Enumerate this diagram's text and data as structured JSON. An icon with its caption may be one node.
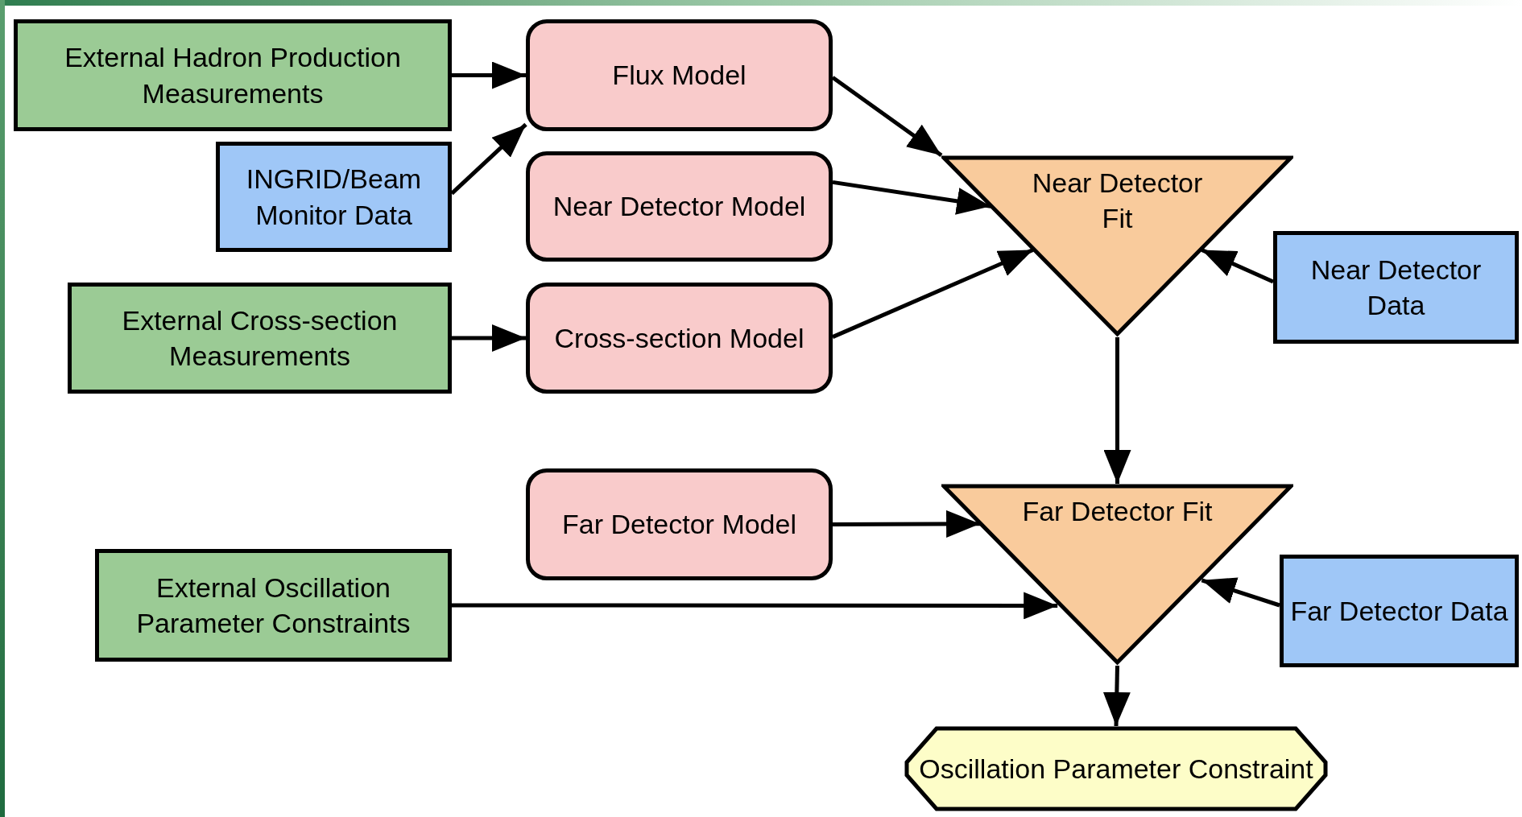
{
  "diagram": {
    "nodes": [
      {
        "text": [
          "External Hadron Production Measurements"
        ]
      },
      {
        "text": [
          "INGRID/Beam Monitor Data"
        ]
      },
      {
        "text": [
          "External Cross-section Measurements"
        ]
      },
      {
        "text": [
          "External Oscillation Parameter Constraints"
        ]
      },
      {
        "text": [
          "Flux Model"
        ]
      },
      {
        "text": [
          "Near Detector Model"
        ]
      },
      {
        "text": [
          "Cross-section Model"
        ]
      },
      {
        "text": [
          "Far Detector Model"
        ]
      },
      {
        "text": [
          "Near Detector Fit"
        ]
      },
      {
        "text": [
          "Far Detector Fit"
        ]
      },
      {
        "text": [
          "Near Detector Data"
        ]
      },
      {
        "text": [
          "Far Detector Data"
        ]
      },
      {
        "text": [
          "Oscillation Parameter Constraint"
        ]
      }
    ],
    "edges": [
      {
        "from": 0,
        "to": 4,
        "arrow": "to"
      },
      {
        "from": 1,
        "to": 4,
        "arrow": "to"
      },
      {
        "from": 2,
        "to": 6,
        "arrow": "to"
      },
      {
        "from": 4,
        "to": 8,
        "arrow": "to"
      },
      {
        "from": 5,
        "to": 8,
        "arrow": "to"
      },
      {
        "from": 6,
        "to": 8,
        "arrow": "to"
      },
      {
        "from": 10,
        "to": 8,
        "arrow": "to"
      },
      {
        "from": 8,
        "to": 9,
        "arrow": "to"
      },
      {
        "from": 7,
        "to": 9,
        "arrow": "to"
      },
      {
        "from": 3,
        "to": 9,
        "arrow": "to"
      },
      {
        "from": 11,
        "to": 9,
        "arrow": "to"
      },
      {
        "from": 9,
        "to": 12,
        "arrow": "to"
      }
    ]
  }
}
